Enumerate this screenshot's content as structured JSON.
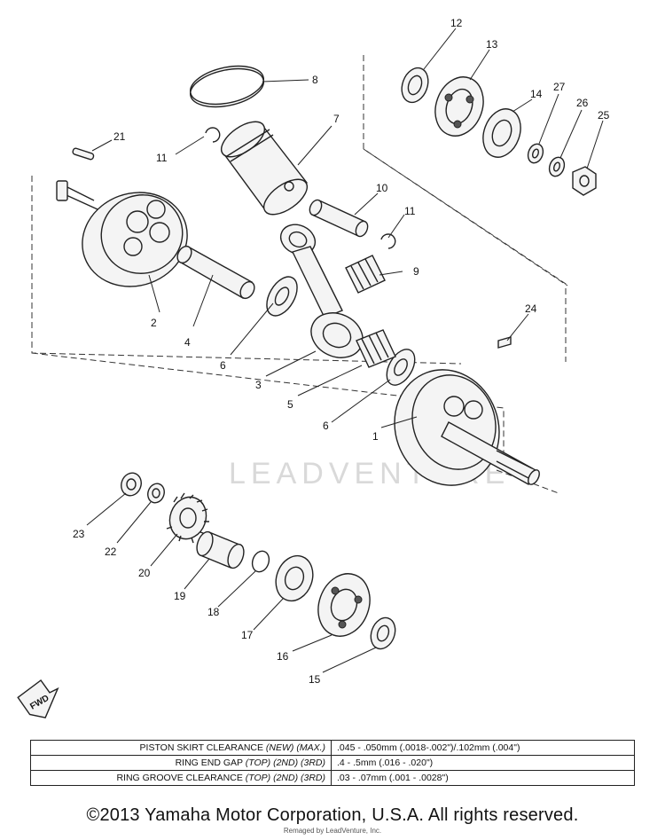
{
  "callouts": [
    {
      "id": "c1",
      "text": "1"
    },
    {
      "id": "c2",
      "text": "2"
    },
    {
      "id": "c3",
      "text": "3"
    },
    {
      "id": "c4",
      "text": "4"
    },
    {
      "id": "c5",
      "text": "5"
    },
    {
      "id": "c6a",
      "text": "6"
    },
    {
      "id": "c6b",
      "text": "6"
    },
    {
      "id": "c7",
      "text": "7"
    },
    {
      "id": "c8",
      "text": "8"
    },
    {
      "id": "c9",
      "text": "9"
    },
    {
      "id": "c10",
      "text": "10"
    },
    {
      "id": "c11a",
      "text": "11"
    },
    {
      "id": "c11b",
      "text": "11"
    },
    {
      "id": "c12",
      "text": "12"
    },
    {
      "id": "c13",
      "text": "13"
    },
    {
      "id": "c14",
      "text": "14"
    },
    {
      "id": "c15",
      "text": "15"
    },
    {
      "id": "c16",
      "text": "16"
    },
    {
      "id": "c17",
      "text": "17"
    },
    {
      "id": "c18",
      "text": "18"
    },
    {
      "id": "c19",
      "text": "19"
    },
    {
      "id": "c20",
      "text": "20"
    },
    {
      "id": "c21",
      "text": "21"
    },
    {
      "id": "c22",
      "text": "22"
    },
    {
      "id": "c23",
      "text": "23"
    },
    {
      "id": "c24",
      "text": "24"
    },
    {
      "id": "c25",
      "text": "25"
    },
    {
      "id": "c26",
      "text": "26"
    },
    {
      "id": "c27",
      "text": "27"
    }
  ],
  "fwd_label": "FWD",
  "watermark": "LEADVENTURE",
  "spec_table": {
    "rows": [
      {
        "label_main": "PISTON SKIRT CLEARANCE",
        "label_qual": "(NEW) (MAX.)",
        "value": ".045 - .050mm (.0018-.002\")/.102mm (.004\")"
      },
      {
        "label_main": "RING END GAP",
        "label_qual": "(TOP) (2ND) (3RD)",
        "value": ".4 - .5mm (.016 - .020\")"
      },
      {
        "label_main": "RING GROOVE CLEARANCE",
        "label_qual": "(TOP) (2ND) (3RD)",
        "value": ".03 - .07mm (.001 - .0028\")"
      }
    ]
  },
  "copyright": "©2013 Yamaha Motor Corporation, U.S.A. All rights reserved.",
  "credit": "Remaged by LeadVenture, Inc."
}
